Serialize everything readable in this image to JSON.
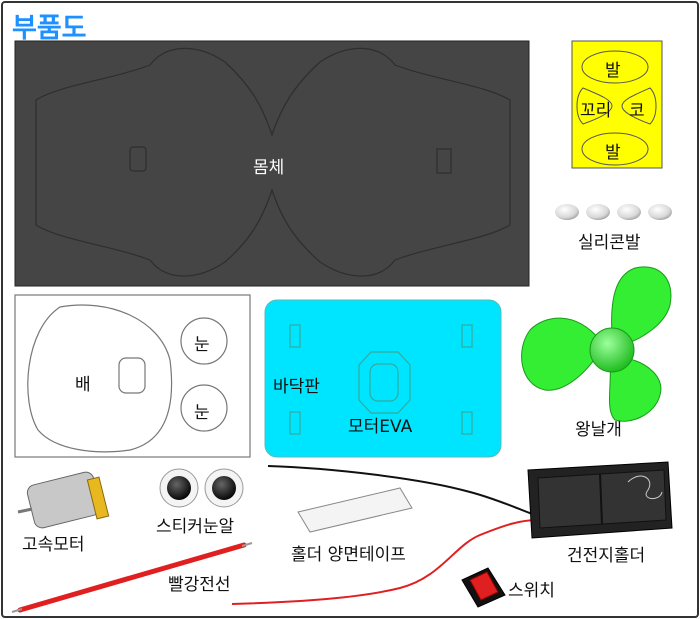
{
  "title": "부품도",
  "parts": {
    "body": "몸체",
    "belly": "배",
    "eye_top": "눈",
    "eye_bottom": "눈",
    "base": "바닥판",
    "motor_eva": "모터EVA",
    "feet": {
      "foot_top": "발",
      "tail": "꼬리",
      "nose": "코",
      "foot_bottom": "발"
    },
    "silicone_feet": "실리콘발",
    "propeller": "왕날개",
    "motor": "고속모터",
    "sticker_eyes": "스티커눈알",
    "red_wire": "빨강전선",
    "tape": "홀더 양면테이프",
    "battery_holder": "건전지홀더",
    "switch": "스위치"
  },
  "colors": {
    "title": "#1e90ff",
    "body_board": "#444444",
    "feet_sheet": "#ffff00",
    "base_board": "#00e5ff",
    "propeller": "#33ee33",
    "wire_red": "#e02020",
    "wire_black": "#111111"
  }
}
